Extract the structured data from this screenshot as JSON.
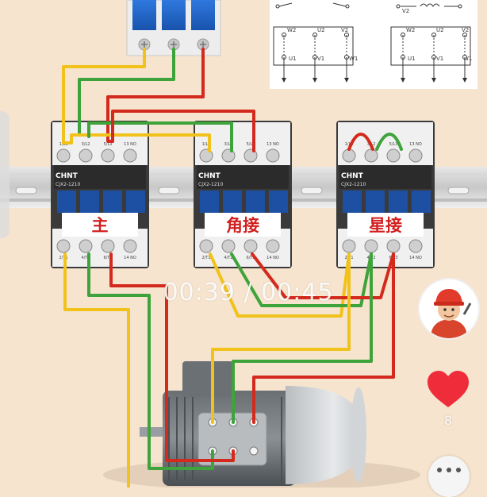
{
  "video": {
    "time_current": "00:39",
    "time_separator": " / ",
    "time_total": "00:45"
  },
  "contactors": [
    {
      "brand": "CHNT",
      "model": "CJX2-1210",
      "label": "主",
      "top_terminals": [
        "1/L1",
        "3/L2",
        "5/L3",
        "13 NO"
      ],
      "bottom_terminals": [
        "2/T1",
        "4/T2",
        "6/T3",
        "14 NO"
      ]
    },
    {
      "brand": "CHNT",
      "model": "CJX2-1210",
      "label": "角接",
      "top_terminals": [
        "1/L1",
        "3/L2",
        "5/L3",
        "13 NO"
      ],
      "bottom_terminals": [
        "2/T1",
        "4/T2",
        "6/T3",
        "14 NO"
      ]
    },
    {
      "brand": "CHNT",
      "model": "CJX2-1210",
      "label": "星接",
      "top_terminals": [
        "1/L1",
        "3/L2",
        "5/L3",
        "13 NO"
      ],
      "bottom_terminals": [
        "2/T1",
        "4/T2",
        "6/T3",
        "14 NO"
      ]
    }
  ],
  "diagram": {
    "left": {
      "top": [
        "W2",
        "U2",
        "V2"
      ],
      "bottom": [
        "U1",
        "V1",
        "W1"
      ]
    },
    "right": {
      "top": [
        "W2",
        "U2",
        "V2"
      ],
      "bottom": [
        "U1",
        "V1",
        "W1"
      ]
    },
    "top_small": [
      "V2"
    ]
  },
  "social": {
    "like_count": "8"
  },
  "colors": {
    "background": "#f6e4cf",
    "wire_yellow": "#f1c21b",
    "wire_green": "#3ea33a",
    "wire_red": "#d42a1e",
    "breaker_blue": "#1e63c9",
    "like_red": "#ef2d3a"
  },
  "icons": {
    "like": "heart-icon",
    "more": "more-dots-icon",
    "avatar": "electrician-avatar-icon"
  }
}
